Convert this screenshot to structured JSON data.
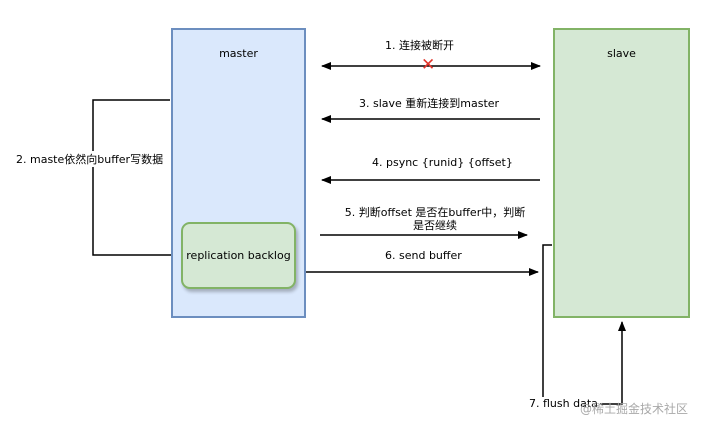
{
  "nodes": {
    "master": "master",
    "slave": "slave",
    "backlog": "replication backlog"
  },
  "steps": {
    "s1": "1. 连接被断开",
    "s2": "2. maste依然向buffer写数据",
    "s3": "3. slave 重新连接到master",
    "s4": "4. psync {runid} {offset}",
    "s5_line1": "5. 判断offset 是否在buffer中，判断",
    "s5_line2": "是否继续",
    "s6": "6. send buffer",
    "s7": "7. flush data"
  },
  "marks": {
    "broken": "✕"
  },
  "watermark": "@稀土掘金技术社区",
  "colors": {
    "master_fill": "#dae8fc",
    "master_stroke": "#6c8ebf",
    "slave_fill": "#d5e8d4",
    "slave_stroke": "#82b366",
    "broken_mark": "#e0352b"
  }
}
